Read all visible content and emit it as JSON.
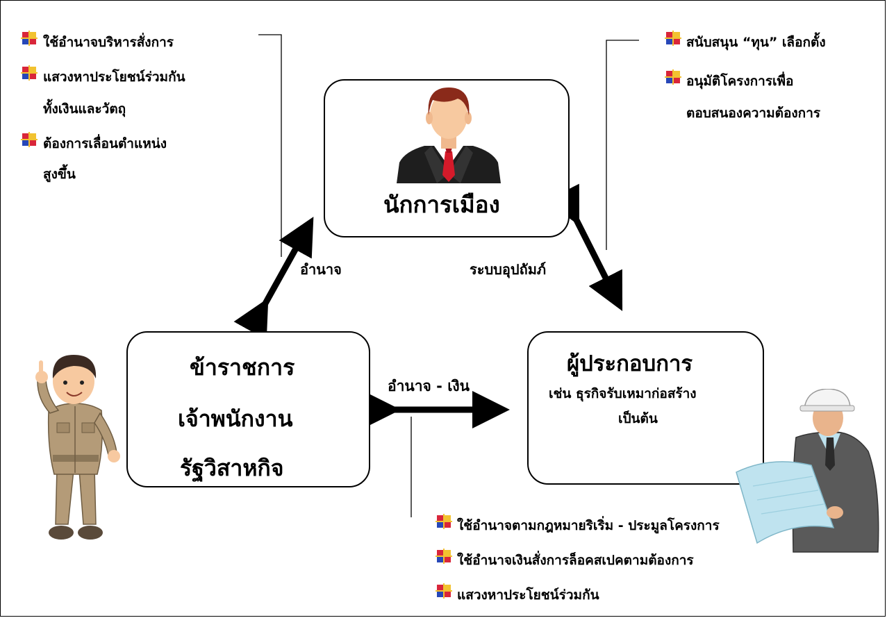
{
  "politician": {
    "title": "นักการเมือง"
  },
  "officials": {
    "lines": [
      "ข้าราชการ",
      "เจ้าพนักงาน",
      "รัฐวิสาหกิจ"
    ]
  },
  "contractors": {
    "title": "ผู้ประกอบการ",
    "sub1": "เช่น ธุรกิจรับเหมาก่อสร้าง",
    "sub2": "เป็นต้น"
  },
  "edges": {
    "power": "อำนาจ",
    "patronage": "ระบบอุปถัมภ์",
    "power_money": "อำนาจ - เงิน"
  },
  "officials_notes": [
    "ใช้อำนาจบริหารสั่งการ",
    "แสวงหาประโยชน์ร่วมกัน",
    "ทั้งเงินและวัตถุ",
    "ต้องการเลื่อนตำแหน่ง",
    "สูงขึ้น"
  ],
  "politician_notes": [
    "สนับสนุน “ทุน” เลือกตั้ง",
    "อนุมัติโครงการเพื่อ",
    "ตอบสนองความต้องการ"
  ],
  "contractor_notes": [
    "ใช้อำนาจตามกฎหมายริเริ่ม - ประมูลโครงการ",
    "ใช้อำนาจเงินสั่งการล็อคสเปคตามต้องการ",
    "แสวงหาประโยชน์ร่วมกัน"
  ],
  "colors": {
    "line": "#000000",
    "bullet_red": "#d9263a",
    "bullet_blue": "#2747b8",
    "bullet_yellow": "#f2c230",
    "politician_suit": "#1e1e1e",
    "politician_tie": "#d51a2a",
    "politician_hair": "#8a2a1a",
    "skin": "#f7c9a0",
    "official_uniform": "#b49b78",
    "engineer_suit": "#5a5a5a",
    "blueprint": "#bfe3ef"
  },
  "icons": {
    "bullet": "windows-flag-bullet-icon",
    "politician": "businessman-icon",
    "official": "civil-servant-icon",
    "engineer": "engineer-blueprint-icon"
  }
}
